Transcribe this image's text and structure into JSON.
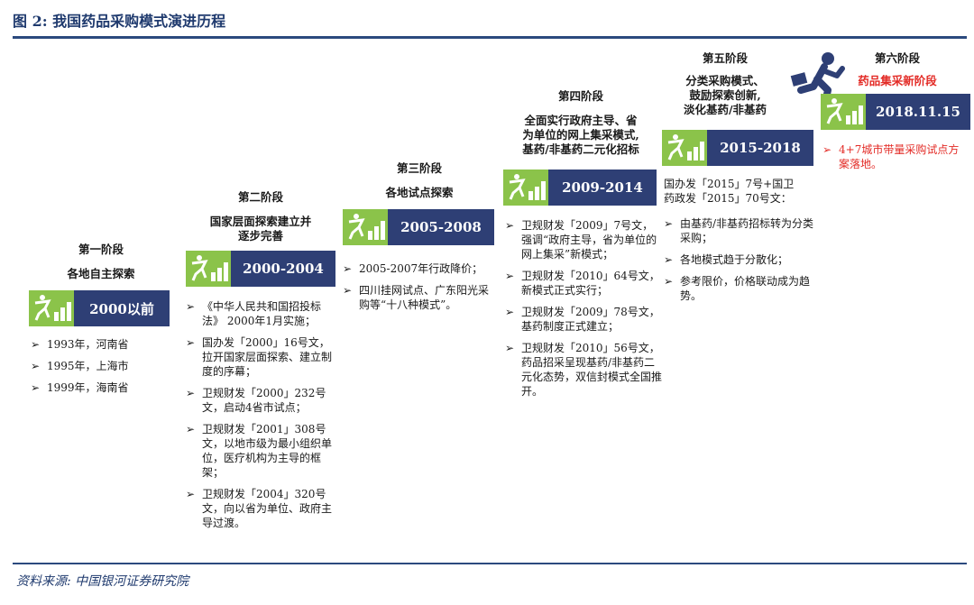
{
  "figure_title": "图 2: 我国药品采购模式演进历程",
  "source": "资料来源: 中国银河证券研究院",
  "stages": [
    {
      "label": "第一阶段",
      "desc": [
        "各地自主探索"
      ],
      "period": "2000以前",
      "items": [
        "1993年，河南省",
        "1995年，上海市",
        "1999年，海南省"
      ]
    },
    {
      "label": "第二阶段",
      "desc": [
        "国家层面探索建立并",
        "逐步完善"
      ],
      "period": "2000-2004",
      "items": [
        "《中华人民共和国招投标法》 2000年1月实施；",
        "国办发「2000」16号文，拉开国家层面探索、建立制度的序幕；",
        "卫规财发「2000」232号文，启动4省市试点；",
        "卫规财发「2001」308号文，以地市级为最小组织单位，医疗机构为主导的框架；",
        "卫规财发「2004」320号文，向以省为单位、政府主导过渡。"
      ]
    },
    {
      "label": "第三阶段",
      "desc": [
        "各地试点探索"
      ],
      "period": "2005-2008",
      "items": [
        "2005-2007年行政降价；",
        "四川挂网试点、广东阳光采购等“十八种模式”。"
      ]
    },
    {
      "label": "第四阶段",
      "desc": [
        "全面实行政府主导、省",
        "为单位的网上集采模式,",
        "基药/非基药二元化招标"
      ],
      "period": "2009-2014",
      "items": [
        "卫规财发「2009」7号文，强调“政府主导，省为单位的网上集采”新模式；",
        "卫规财发「2010」64号文，新模式正式实行；",
        "卫规财发「2009」78号文，基药制度正式建立；",
        "卫规财发「2010」56号文，药品招采呈现基药/非基药二元化态势，双信封模式全国推开。"
      ]
    },
    {
      "label": "第五阶段",
      "desc": [
        "分类采购模式、",
        "鼓励探索创新,",
        "淡化基药/非基药"
      ],
      "period": "2015-2018",
      "intro": [
        "国办发「2015」7号+国卫",
        "药政发「2015」70号文："
      ],
      "items": [
        "由基药/非基药招标转为分类采购；",
        "各地模式趋于分散化；",
        "参考限价，价格联动成为趋势。"
      ]
    },
    {
      "label": "第六阶段",
      "desc": [
        "药品集采新阶段"
      ],
      "period": "2018.11.15",
      "items": [
        "4+7城市带量采购试点方案落地。"
      ]
    }
  ],
  "colors": {
    "title_blue": "#1f3a6e",
    "bar_navy": "#2e3f75",
    "icon_green": "#8bc34a",
    "accent_red": "#e32b26"
  }
}
